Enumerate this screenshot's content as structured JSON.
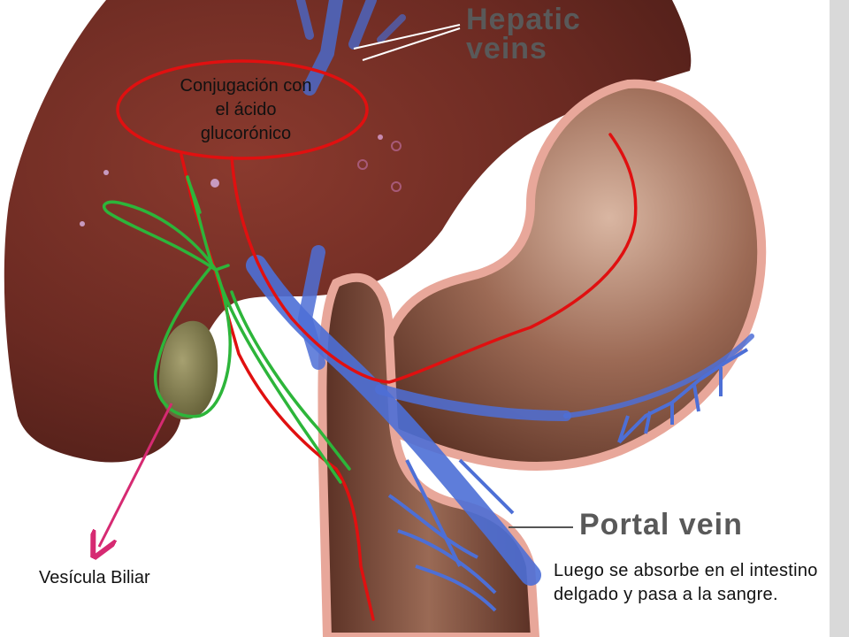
{
  "labels": {
    "hepatic_veins": [
      "Hepatic",
      "veins"
    ],
    "portal_vein": "Portal vein",
    "conjugation": [
      "Conjugación con",
      "el ácido",
      "glucorónico"
    ],
    "gallbladder": "Vesícula Biliar",
    "absorption": "Luego se absorbe en el intestino delgado y pasa a la sangre."
  },
  "colors": {
    "liver": "#6e2b22",
    "stomach_fill": "#8a5a48",
    "stomach_wall": "#e8a79a",
    "vein_blue": "#4d6fd6",
    "gallbladder": "#7a7a4a",
    "path_red": "#e01010",
    "path_green": "#2db53a",
    "arrow_pink": "#d62a72"
  }
}
